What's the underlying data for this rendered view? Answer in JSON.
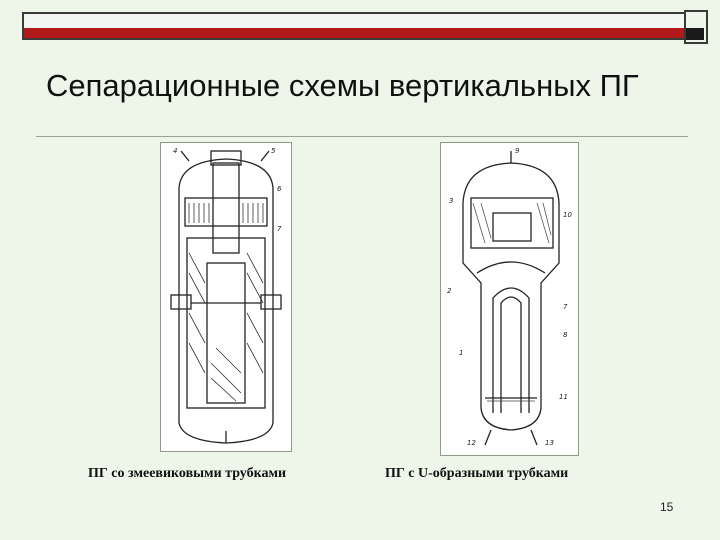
{
  "slide": {
    "title": "Сепарационные схемы вертикальных ПГ",
    "page_number": "15"
  },
  "figures": {
    "left": {
      "caption": "ПГ со змеевиковыми трубками",
      "callouts": [
        "4",
        "5",
        "6",
        "7"
      ]
    },
    "right": {
      "caption": "ПГ с U-образными трубками",
      "callouts": [
        "9",
        "3",
        "10",
        "2",
        "7",
        "8",
        "1",
        "11",
        "12",
        "13"
      ]
    }
  },
  "colors": {
    "background": "#eef6ea",
    "accent_bar": "#b1191b",
    "ink": "#111111"
  }
}
